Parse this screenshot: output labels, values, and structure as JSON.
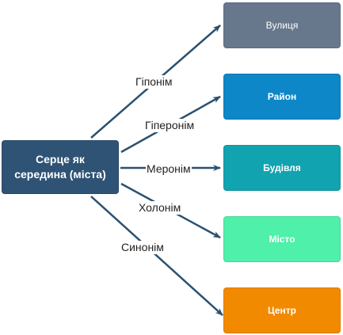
{
  "center": {
    "label": "Серце як\nсередина (міста)",
    "color": "#2e5375"
  },
  "relations": [
    {
      "relation": "Гіпонім",
      "target": "Вулиця",
      "color": "#67788c"
    },
    {
      "relation": "Гіперонім",
      "target": "Район",
      "color": "#0d87c7"
    },
    {
      "relation": "Меронім",
      "target": "Будівля",
      "color": "#11a3b0"
    },
    {
      "relation": "Холонім",
      "target": "Місто",
      "color": "#4ff0aa"
    },
    {
      "relation": "Синонім",
      "target": "Центр",
      "color": "#f28a00"
    }
  ],
  "edge_color": "#2b5170"
}
